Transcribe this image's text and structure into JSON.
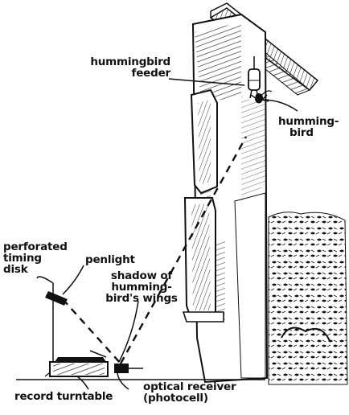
{
  "labels": {
    "feeder": [
      "hummingbird",
      "feeder"
    ],
    "hummingbird": [
      "humming-",
      "bird"
    ],
    "timing_disk": [
      "perforated",
      "timing",
      "disk"
    ],
    "penlight": "penlight",
    "shadow": [
      "shadow of",
      "humming-",
      "bird's wings"
    ],
    "turntable": "record turntable",
    "receiver": [
      "optical receiver",
      "(photocell)"
    ]
  },
  "colors": {
    "ink": "#111111",
    "paper": "#ffffff"
  }
}
